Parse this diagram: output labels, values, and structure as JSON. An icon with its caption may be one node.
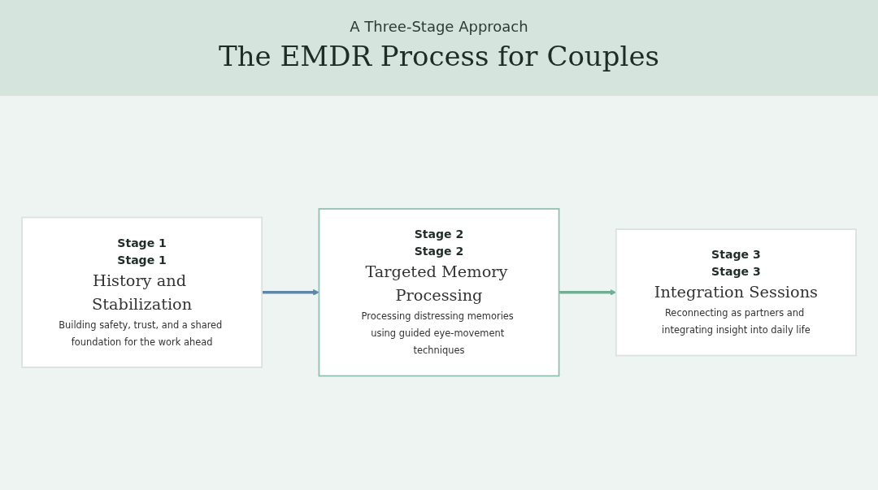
{
  "diagram": {
    "title": "The EMDR Process for Couples",
    "nodes": [
      {
        "text": [
          "Stage 1",
          "Stage 1",
          "History and Stabilization",
          "Building safety, trust, and a shared foundation for the work ahead"
        ]
      },
      {
        "text": [
          "Stage 2",
          "Stage 2",
          "Targeted Memory Processing",
          "Processing distressing memories using guided eye-movement techniques"
        ]
      },
      {
        "text": [
          "Stage 3",
          "Stage 3",
          "Integration Sessions",
          "Reconnecting as partners and integrating insight into daily life"
        ]
      }
    ],
    "edges": [
      {
        "from": 0,
        "to": 1,
        "arrow": "to",
        "color": "#5f86a8"
      },
      {
        "from": 1,
        "to": 2,
        "arrow": "to",
        "color": "#6fae94"
      }
    ],
    "labels": [
      "A Three-Stage Approach"
    ]
  }
}
